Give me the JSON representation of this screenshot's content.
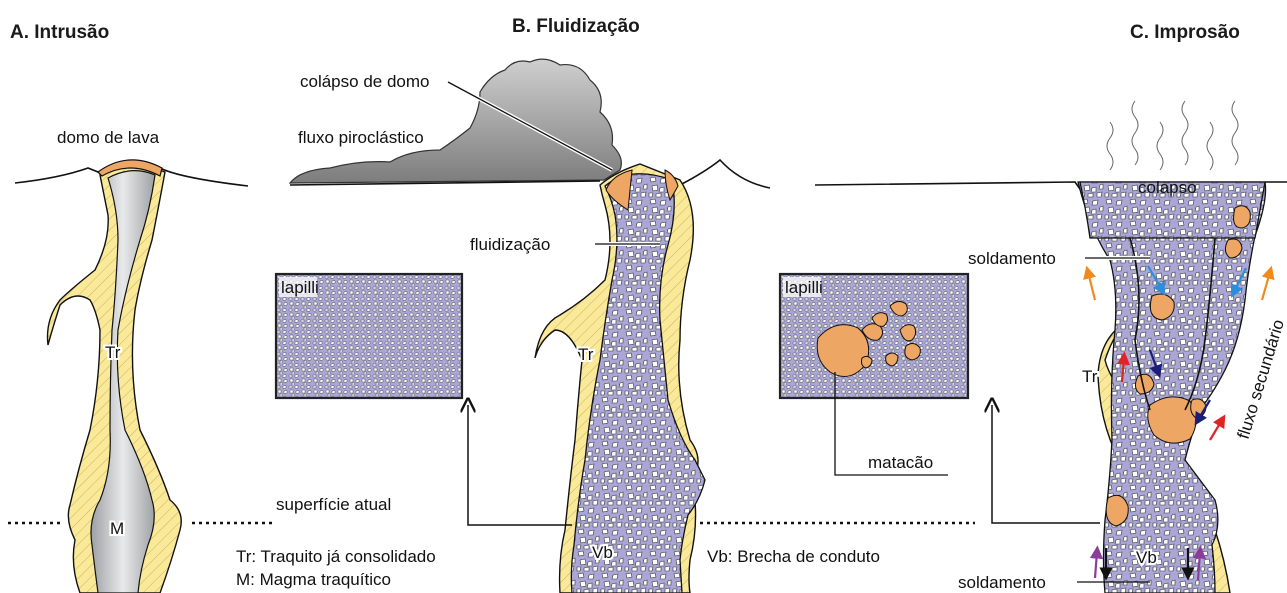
{
  "panels": {
    "a_title": "A. Intrusão",
    "b_title": "B. Fluidização",
    "c_title": "C. Improsão"
  },
  "labels": {
    "domo_de_lava": "domo de lava",
    "tr_a": "Tr",
    "m": "M",
    "colapso_de_domo": "colápso de domo",
    "fluxo_piroclastico": "fluxo piroclástico",
    "fluidizacao": "fluidização",
    "lapilli_b": "lapilli",
    "tr_b": "Tr",
    "vb_b": "Vb",
    "superficie_atual": "superfície atual",
    "legend_tr": "Tr: Traquito já consolidado",
    "legend_m": "M: Magma traquítico",
    "legend_vb": "Vb: Brecha de conduto",
    "lapilli_c": "lapilli",
    "matacao": "matacão",
    "colapso": "colapso",
    "soldamento_top": "soldamento",
    "tr_c": "Tr",
    "fluxo_secundario": "fluxo secundário",
    "vb_c": "Vb",
    "soldamento_bottom": "soldamento"
  },
  "colors": {
    "trachyte": "#fbe99a",
    "magma": "#c9cbcd",
    "dome": "#eda663",
    "breccia": "#aaa7d6",
    "cloud": "#a4a4a4",
    "arrow_orange": "#f08a1c",
    "arrow_blue": "#2a8fd8",
    "arrow_navy": "#1b1d7a",
    "arrow_red": "#e02424",
    "arrow_purple": "#8b3d9a"
  }
}
